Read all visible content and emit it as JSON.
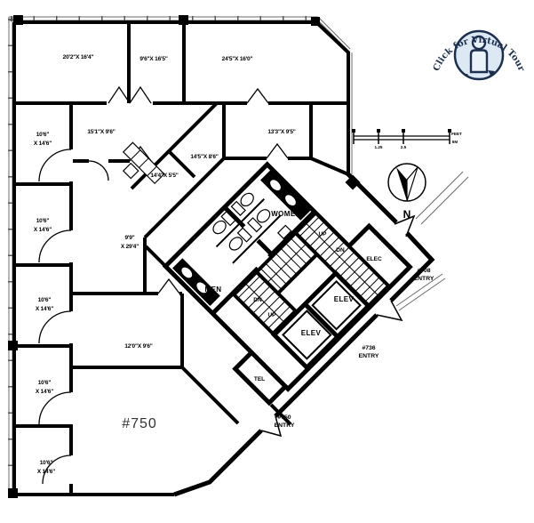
{
  "plan": {
    "suite_number": "#750",
    "rooms": [
      {
        "dims": "20'2\"X 16'4\""
      },
      {
        "dims": "9'6\"X 16'5\""
      },
      {
        "dims": "24'5\"X 16'0\""
      },
      {
        "dims_l1": "10'6\"",
        "dims_l2": "X 14'6\""
      },
      {
        "dims_l1": "10'6\"",
        "dims_l2": "X 14'6\""
      },
      {
        "dims_l1": "10'6\"",
        "dims_l2": "X 14'6\""
      },
      {
        "dims_l1": "10'6\"",
        "dims_l2": "X 14'6\""
      },
      {
        "dims_l1": "10'6\"",
        "dims_l2": "X 14'6\""
      },
      {
        "dims": "15'1\"X 9'6\""
      },
      {
        "dims": "13'3\"X 9'5\""
      },
      {
        "dims": "14'5\"X 8'6\""
      },
      {
        "dims": "14'4\"X 5'5\""
      },
      {
        "dims_l1": "9'9\"",
        "dims_l2": "X 29'4\""
      },
      {
        "dims": "12'0\"X 9'6\""
      }
    ],
    "core": {
      "women": "WOMEN",
      "men": "MEN",
      "up": "UP",
      "dn": "DN",
      "elev": "ELEV",
      "elec": "ELEC",
      "tel": "TEL"
    },
    "entries": [
      {
        "number": "#708",
        "label": "ENTRY"
      },
      {
        "number": "#736",
        "label": "ENTRY"
      },
      {
        "number": "#750",
        "label": "ENTRY"
      }
    ]
  },
  "compass": {
    "north": "N"
  },
  "scale_bar": {
    "mid1": "1.25",
    "mid2": "2.5",
    "unit_feet": "FEET",
    "unit_m": "5M"
  },
  "badge": {
    "label": "Click for Virtual Tour"
  },
  "colors": {
    "wall": "#000000",
    "badge_fill": "#dce8f4",
    "badge_stroke": "#1c2f4e",
    "suite_text": "#333333"
  }
}
